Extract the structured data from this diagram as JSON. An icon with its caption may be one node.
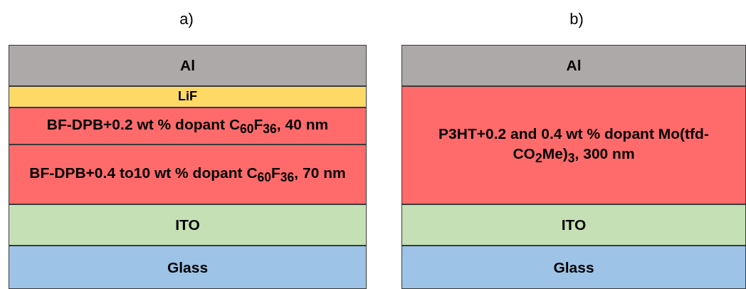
{
  "diagram": {
    "nodes": [
      {
        "text": [
          "Al"
        ]
      },
      {
        "text": [
          "LiF"
        ]
      },
      {
        "text": [
          "BF-DPB+0.2 wt % dopant C$_{60}$F$_{36}$, 40 nm"
        ]
      },
      {
        "text": [
          "BF-DPB+0.4 to10 wt % dopant C$_{60}$F$_{36}$, 70 nm"
        ]
      },
      {
        "text": [
          "ITO"
        ]
      },
      {
        "text": [
          "Glass"
        ]
      },
      {
        "text": [
          "Al"
        ]
      },
      {
        "text": [
          "P3HT+0.2 and 0.4 wt % dopant Mo(tfd-CO$_{2}$Me)$_{3}$, 300 nm"
        ]
      },
      {
        "text": [
          "ITO"
        ]
      },
      {
        "text": [
          "Glass"
        ]
      }
    ],
    "labels": [
      "a)",
      "b)"
    ]
  }
}
